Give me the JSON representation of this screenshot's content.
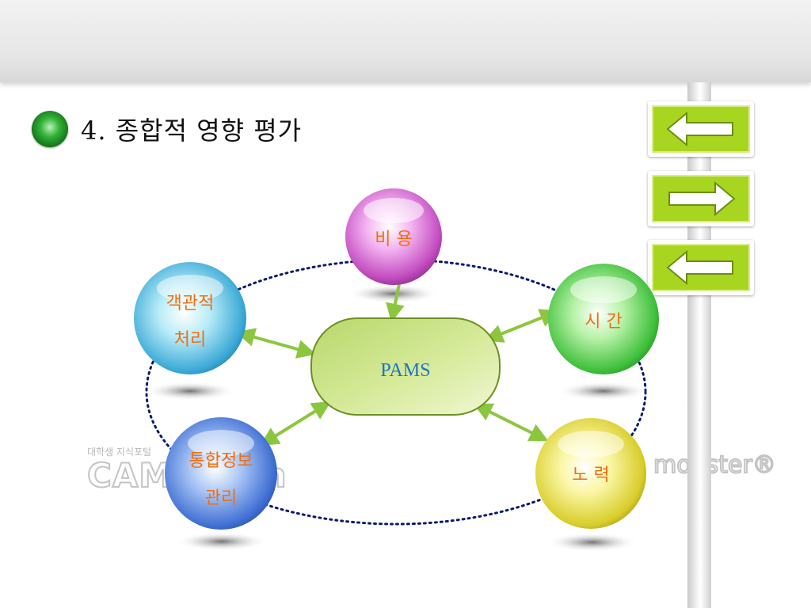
{
  "header": {
    "title": "4. 종합적 영향 평가"
  },
  "watermark": {
    "left_small": "대학생 지식포털",
    "left_big": "CAMPUSin",
    "right": "monster®"
  },
  "signs": [
    {
      "direction": "left",
      "icon": "arrow-left-icon"
    },
    {
      "direction": "right",
      "icon": "arrow-right-icon"
    },
    {
      "direction": "left",
      "icon": "arrow-left-icon"
    }
  ],
  "diagram": {
    "center": {
      "label": "PAMS"
    },
    "nodes": [
      {
        "line1": "비 용",
        "line2": "",
        "color": "purple"
      },
      {
        "line1": "객관적",
        "line2": "처리",
        "color": "blue"
      },
      {
        "line1": "시 간",
        "line2": "",
        "color": "green"
      },
      {
        "line1": "통합정보",
        "line2": "관리",
        "color": "dark-blue"
      },
      {
        "line1": "노 력",
        "line2": "",
        "color": "yellow"
      }
    ],
    "colors": {
      "label": "#f26d0f",
      "center_text": "#1e73c8",
      "arrow": "#8cc63f",
      "orbit": "#0a1a6b"
    }
  }
}
